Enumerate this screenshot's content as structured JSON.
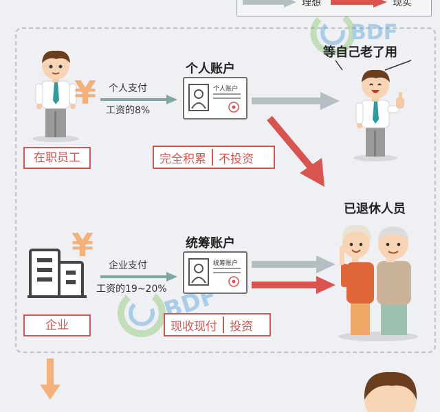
{
  "legend": {
    "ideal": "理想",
    "reality": "现实"
  },
  "personal": {
    "title": "个人账户",
    "card_label": "个人账户",
    "pay_label": "个人支付",
    "wage_label": "工资的8%",
    "employee_label": "在职员工",
    "tag_left": "完全积累",
    "tag_right": "不投资"
  },
  "pooled": {
    "title": "统筹账户",
    "card_label": "统筹账户",
    "pay_label": "企业支付",
    "wage_label": "工资的19~20%",
    "company_label": "企业",
    "tag_left": "现收现付",
    "tag_right": "投资"
  },
  "speech": "等自己老了用",
  "retired_label": "已退休人员",
  "currency_symbol": "¥",
  "watermark": "BDF",
  "colors": {
    "red": "#d9534f",
    "gray_arrow": "#b5bfc3",
    "teal_arrow": "#7fa7a3",
    "orange": "#f0a868"
  }
}
